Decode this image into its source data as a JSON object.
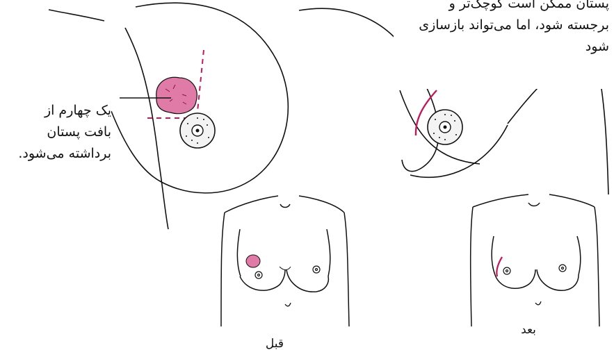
{
  "labels": {
    "top_right": [
      "پستان ممکن است کوچک‌تر و",
      "برجسته شود، اما می‌تواند بازسازی",
      "شود"
    ],
    "quarter_removed": [
      "یک چهارم از",
      "بافت پستان",
      "برداشته می‌شود."
    ],
    "before": "قبل",
    "after": "بعد"
  },
  "colors": {
    "line": "#111111",
    "accent": "#c2185b",
    "tumor_fill": "#e07aa6",
    "areola_fill": "#f2f2f2"
  }
}
